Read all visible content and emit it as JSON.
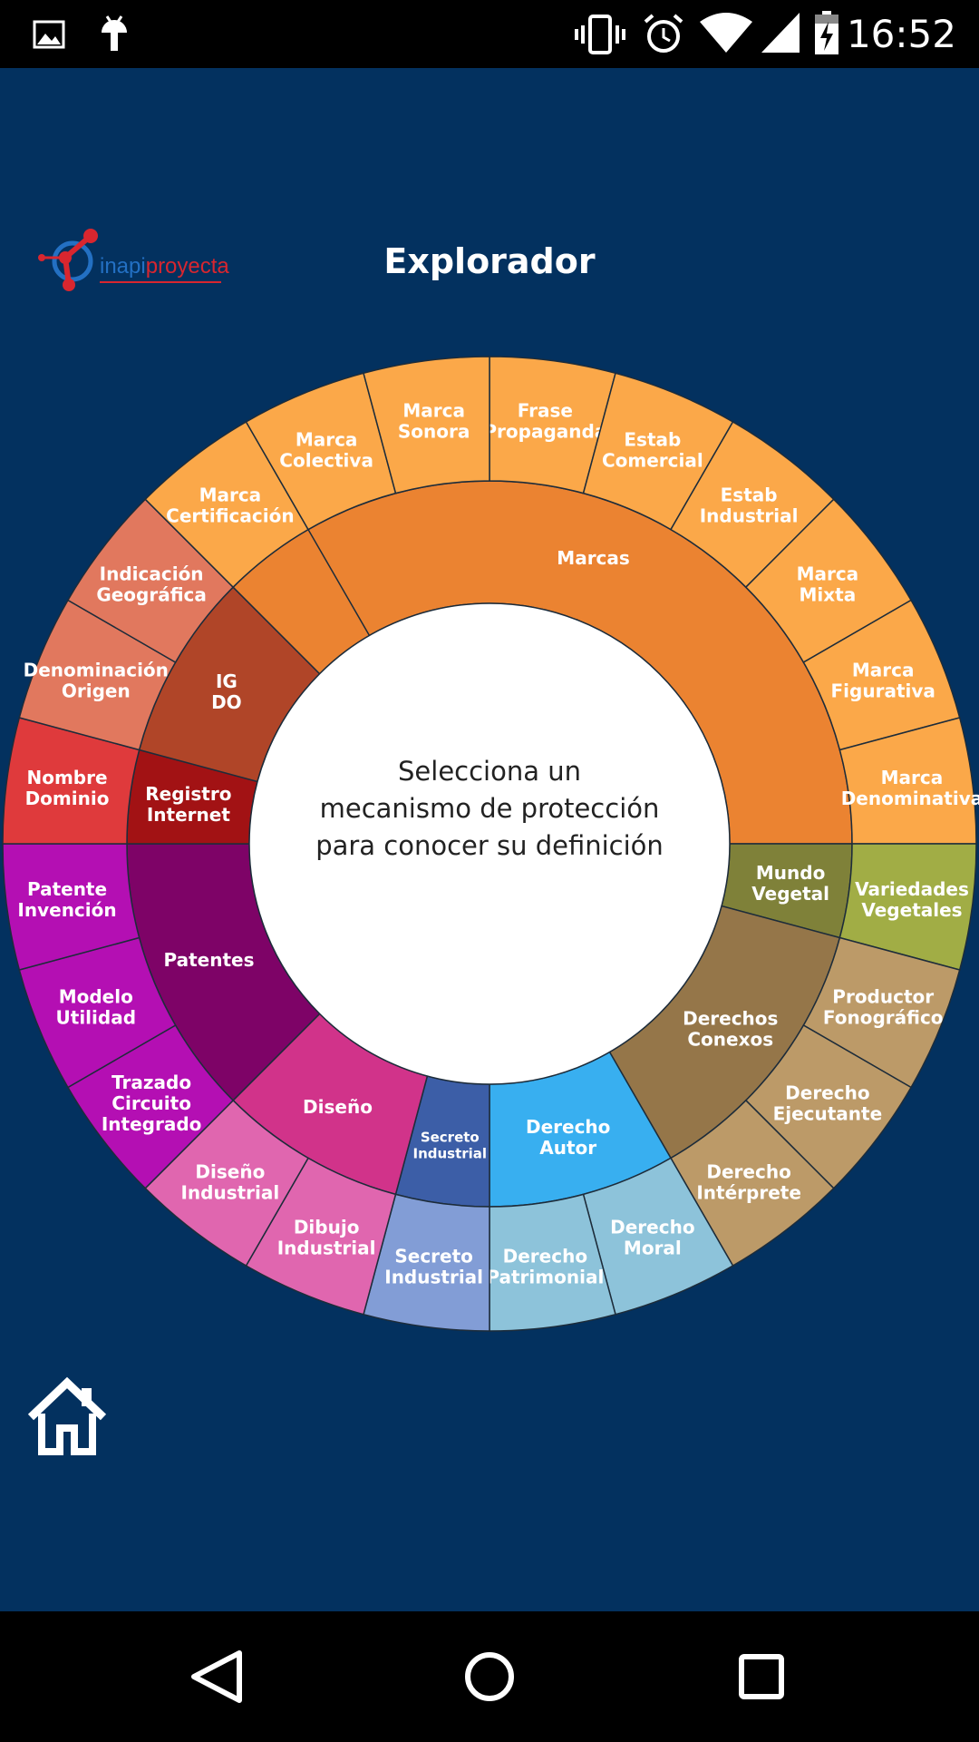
{
  "status_bar": {
    "time": "16:52",
    "left_icons": [
      "image-icon",
      "android-debug-icon"
    ],
    "right_icons": [
      "vibrate-icon",
      "alarm-icon",
      "wifi-icon",
      "signal-icon",
      "battery-charging-icon"
    ]
  },
  "header": {
    "logo": {
      "part1": "inapi",
      "part2": "proyecta"
    },
    "title": "Explorador"
  },
  "center_prompt": {
    "lines": [
      "Selecciona un",
      "mecanismo de protección",
      "para conocer su definición"
    ]
  },
  "wheel": {
    "inner_segments": [
      {
        "id": "marcas",
        "label": [
          "Marcas"
        ],
        "start": -90,
        "end": 90,
        "color": "#eb8331"
      },
      {
        "id": "mundo-vegetal",
        "label": [
          "Mundo",
          "Vegetal"
        ],
        "start": 90,
        "end": 105,
        "color": "#7f8139"
      },
      {
        "id": "derechos-conexos",
        "label": [
          "Derechos",
          "Conexos"
        ],
        "start": 105,
        "end": 150,
        "color": "#957649"
      },
      {
        "id": "derecho-autor",
        "label": [
          "Derecho",
          "Autor"
        ],
        "start": 150,
        "end": 180,
        "color": "#38aff0"
      },
      {
        "id": "secreto-industrial",
        "label": [
          "Secreto",
          "Industrial"
        ],
        "start": 180,
        "end": 195,
        "color": "#3c5ea7",
        "small": true
      },
      {
        "id": "diseno",
        "label": [
          "Diseño"
        ],
        "start": 195,
        "end": 225,
        "color": "#d1338a"
      },
      {
        "id": "patentes",
        "label": [
          "Patentes"
        ],
        "start": 225,
        "end": 270,
        "color": "#7e0367"
      },
      {
        "id": "registro-internet",
        "label": [
          "Registro",
          "Internet"
        ],
        "start": 270,
        "end": 285,
        "color": "#a21214"
      },
      {
        "id": "ig-do",
        "label": [
          "IG",
          "DO"
        ],
        "start": 285,
        "end": 315,
        "color": "#b04528"
      },
      {
        "id": "marcas-left",
        "label": [],
        "start": 315,
        "end": 330,
        "color": "#eb8331"
      }
    ],
    "outer_segments": [
      {
        "id": "frase-propaganda",
        "label": [
          "Frase",
          "Propaganda"
        ],
        "start": 0,
        "end": 15,
        "color": "#fba849"
      },
      {
        "id": "estab-comercial",
        "label": [
          "Estab",
          "Comercial"
        ],
        "start": 15,
        "end": 30,
        "color": "#fba849"
      },
      {
        "id": "estab-industrial",
        "label": [
          "Estab",
          "Industrial"
        ],
        "start": 30,
        "end": 45,
        "color": "#fba849"
      },
      {
        "id": "marca-mixta",
        "label": [
          "Marca",
          "Mixta"
        ],
        "start": 45,
        "end": 60,
        "color": "#fba849"
      },
      {
        "id": "marca-figurativa",
        "label": [
          "Marca",
          "Figurativa"
        ],
        "start": 60,
        "end": 75,
        "color": "#fba849"
      },
      {
        "id": "marca-denominativa",
        "label": [
          "Marca",
          "Denominativa"
        ],
        "start": 75,
        "end": 90,
        "color": "#fba849"
      },
      {
        "id": "variedades-vegetales",
        "label": [
          "Variedades",
          "Vegetales"
        ],
        "start": 90,
        "end": 105,
        "color": "#a1ad45"
      },
      {
        "id": "productor-fonografico",
        "label": [
          "Productor",
          "Fonográfico"
        ],
        "start": 105,
        "end": 120,
        "color": "#bc9a68"
      },
      {
        "id": "derecho-ejecutante",
        "label": [
          "Derecho",
          "Ejecutante"
        ],
        "start": 120,
        "end": 135,
        "color": "#bc9a68"
      },
      {
        "id": "derecho-interprete",
        "label": [
          "Derecho",
          "Intérprete"
        ],
        "start": 135,
        "end": 150,
        "color": "#bc9a68"
      },
      {
        "id": "derecho-moral",
        "label": [
          "Derecho",
          "Moral"
        ],
        "start": 150,
        "end": 165,
        "color": "#8dc3da"
      },
      {
        "id": "derecho-patrimonial",
        "label": [
          "Derecho",
          "Patrimonial"
        ],
        "start": 165,
        "end": 180,
        "color": "#8dc3da"
      },
      {
        "id": "secreto-industrial-outer",
        "label": [
          "Secreto",
          "Industrial"
        ],
        "start": 180,
        "end": 195,
        "color": "#829dd6"
      },
      {
        "id": "dibujo-industrial",
        "label": [
          "Dibujo",
          "Industrial"
        ],
        "start": 195,
        "end": 210,
        "color": "#e066af"
      },
      {
        "id": "diseno-industrial",
        "label": [
          "Diseño",
          "Industrial"
        ],
        "start": 210,
        "end": 225,
        "color": "#e066af"
      },
      {
        "id": "trazado-circuito-integrado",
        "label": [
          "Trazado",
          "Circuito",
          "Integrado"
        ],
        "start": 225,
        "end": 240,
        "color": "#b40fb3"
      },
      {
        "id": "modelo-utilidad",
        "label": [
          "Modelo",
          "Utilidad"
        ],
        "start": 240,
        "end": 255,
        "color": "#b40fb3"
      },
      {
        "id": "patente-invencion",
        "label": [
          "Patente",
          "Invención"
        ],
        "start": 255,
        "end": 270,
        "color": "#b40fb3"
      },
      {
        "id": "nombre-dominio",
        "label": [
          "Nombre",
          "Dominio"
        ],
        "start": 270,
        "end": 285,
        "color": "#df3a3c"
      },
      {
        "id": "denominacion-origen",
        "label": [
          "Denominación",
          "Origen"
        ],
        "start": 285,
        "end": 300,
        "color": "#e1785e"
      },
      {
        "id": "indicacion-geografica",
        "label": [
          "Indicación",
          "Geográfica"
        ],
        "start": 300,
        "end": 315,
        "color": "#e1785e"
      },
      {
        "id": "marca-certificacion",
        "label": [
          "Marca",
          "Certificación"
        ],
        "start": 315,
        "end": 330,
        "color": "#fba849"
      },
      {
        "id": "marca-colectiva",
        "label": [
          "Marca",
          "Colectiva"
        ],
        "start": 330,
        "end": 345,
        "color": "#fba849"
      },
      {
        "id": "marca-sonora",
        "label": [
          "Marca",
          "Sonora"
        ],
        "start": 345,
        "end": 360,
        "color": "#fba849"
      }
    ]
  },
  "home": {
    "icon": "home-icon"
  },
  "nav_bar": {
    "icons": [
      "back-icon",
      "home-circle-icon",
      "recents-icon"
    ]
  }
}
